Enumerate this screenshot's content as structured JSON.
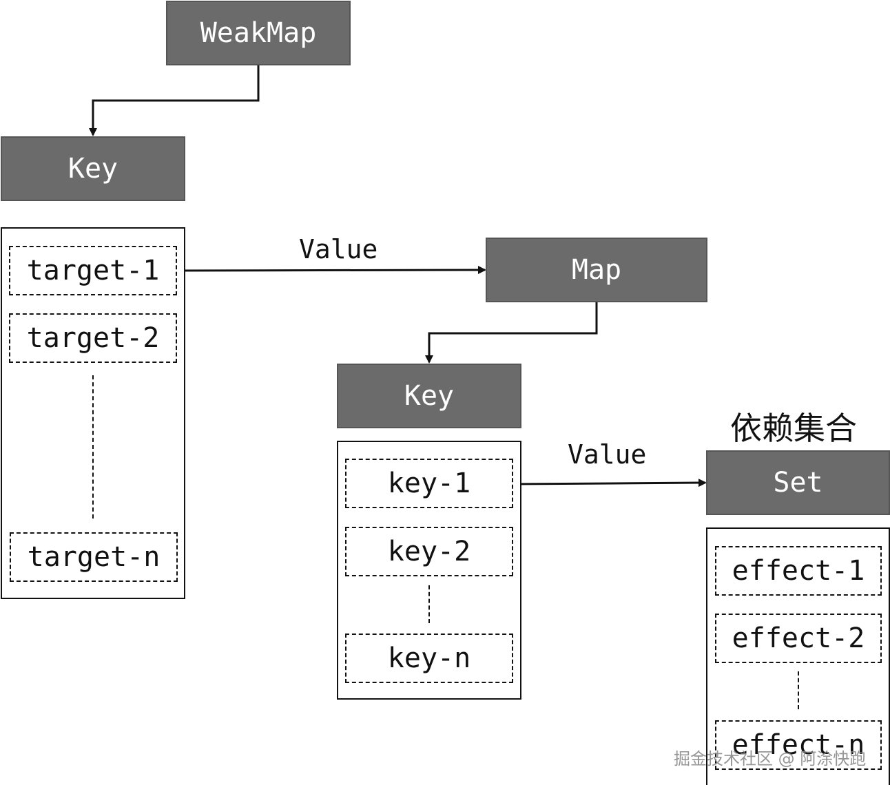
{
  "weakmap": {
    "label": "WeakMap"
  },
  "target_map": {
    "key_label": "Key",
    "items": [
      "target-1",
      "target-2",
      "target-n"
    ],
    "value_label": "Value"
  },
  "map": {
    "label": "Map"
  },
  "dep_map": {
    "key_label": "Key",
    "items": [
      "key-1",
      "key-2",
      "key-n"
    ],
    "value_label": "Value"
  },
  "dep_set": {
    "title": "依赖集合",
    "label": "Set",
    "items": [
      "effect-1",
      "effect-2",
      "effect-n"
    ]
  },
  "watermark": "掘金技术社区 @ 阿涂快跑"
}
